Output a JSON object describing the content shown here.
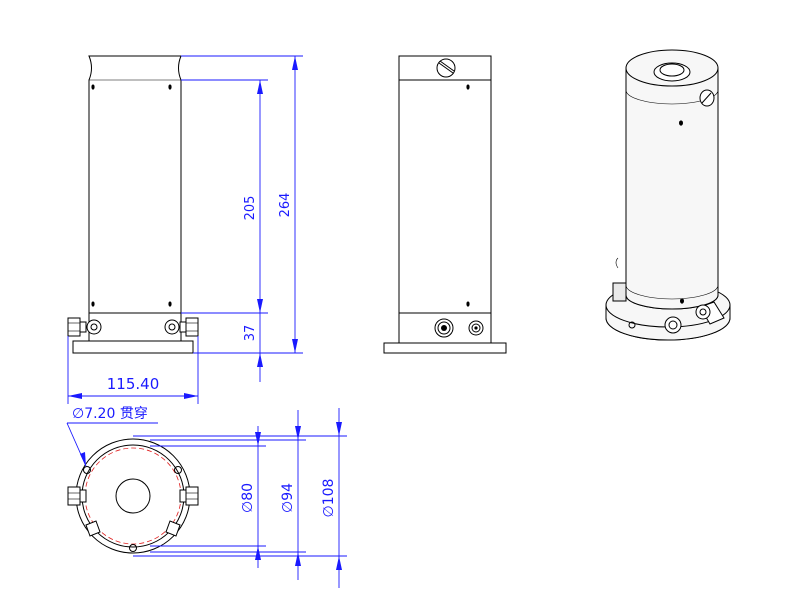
{
  "dimensions": {
    "height_total": "264",
    "height_body": "205",
    "height_base": "37",
    "width_front": "115.40",
    "hole_note": "∅7.20 贯穿",
    "dia_inner": "∅80",
    "dia_mid": "∅94",
    "dia_outer": "∅108"
  },
  "colors": {
    "dimension": "#1a1aff",
    "bolt_circle": "#e02020",
    "outline": "#000000"
  }
}
